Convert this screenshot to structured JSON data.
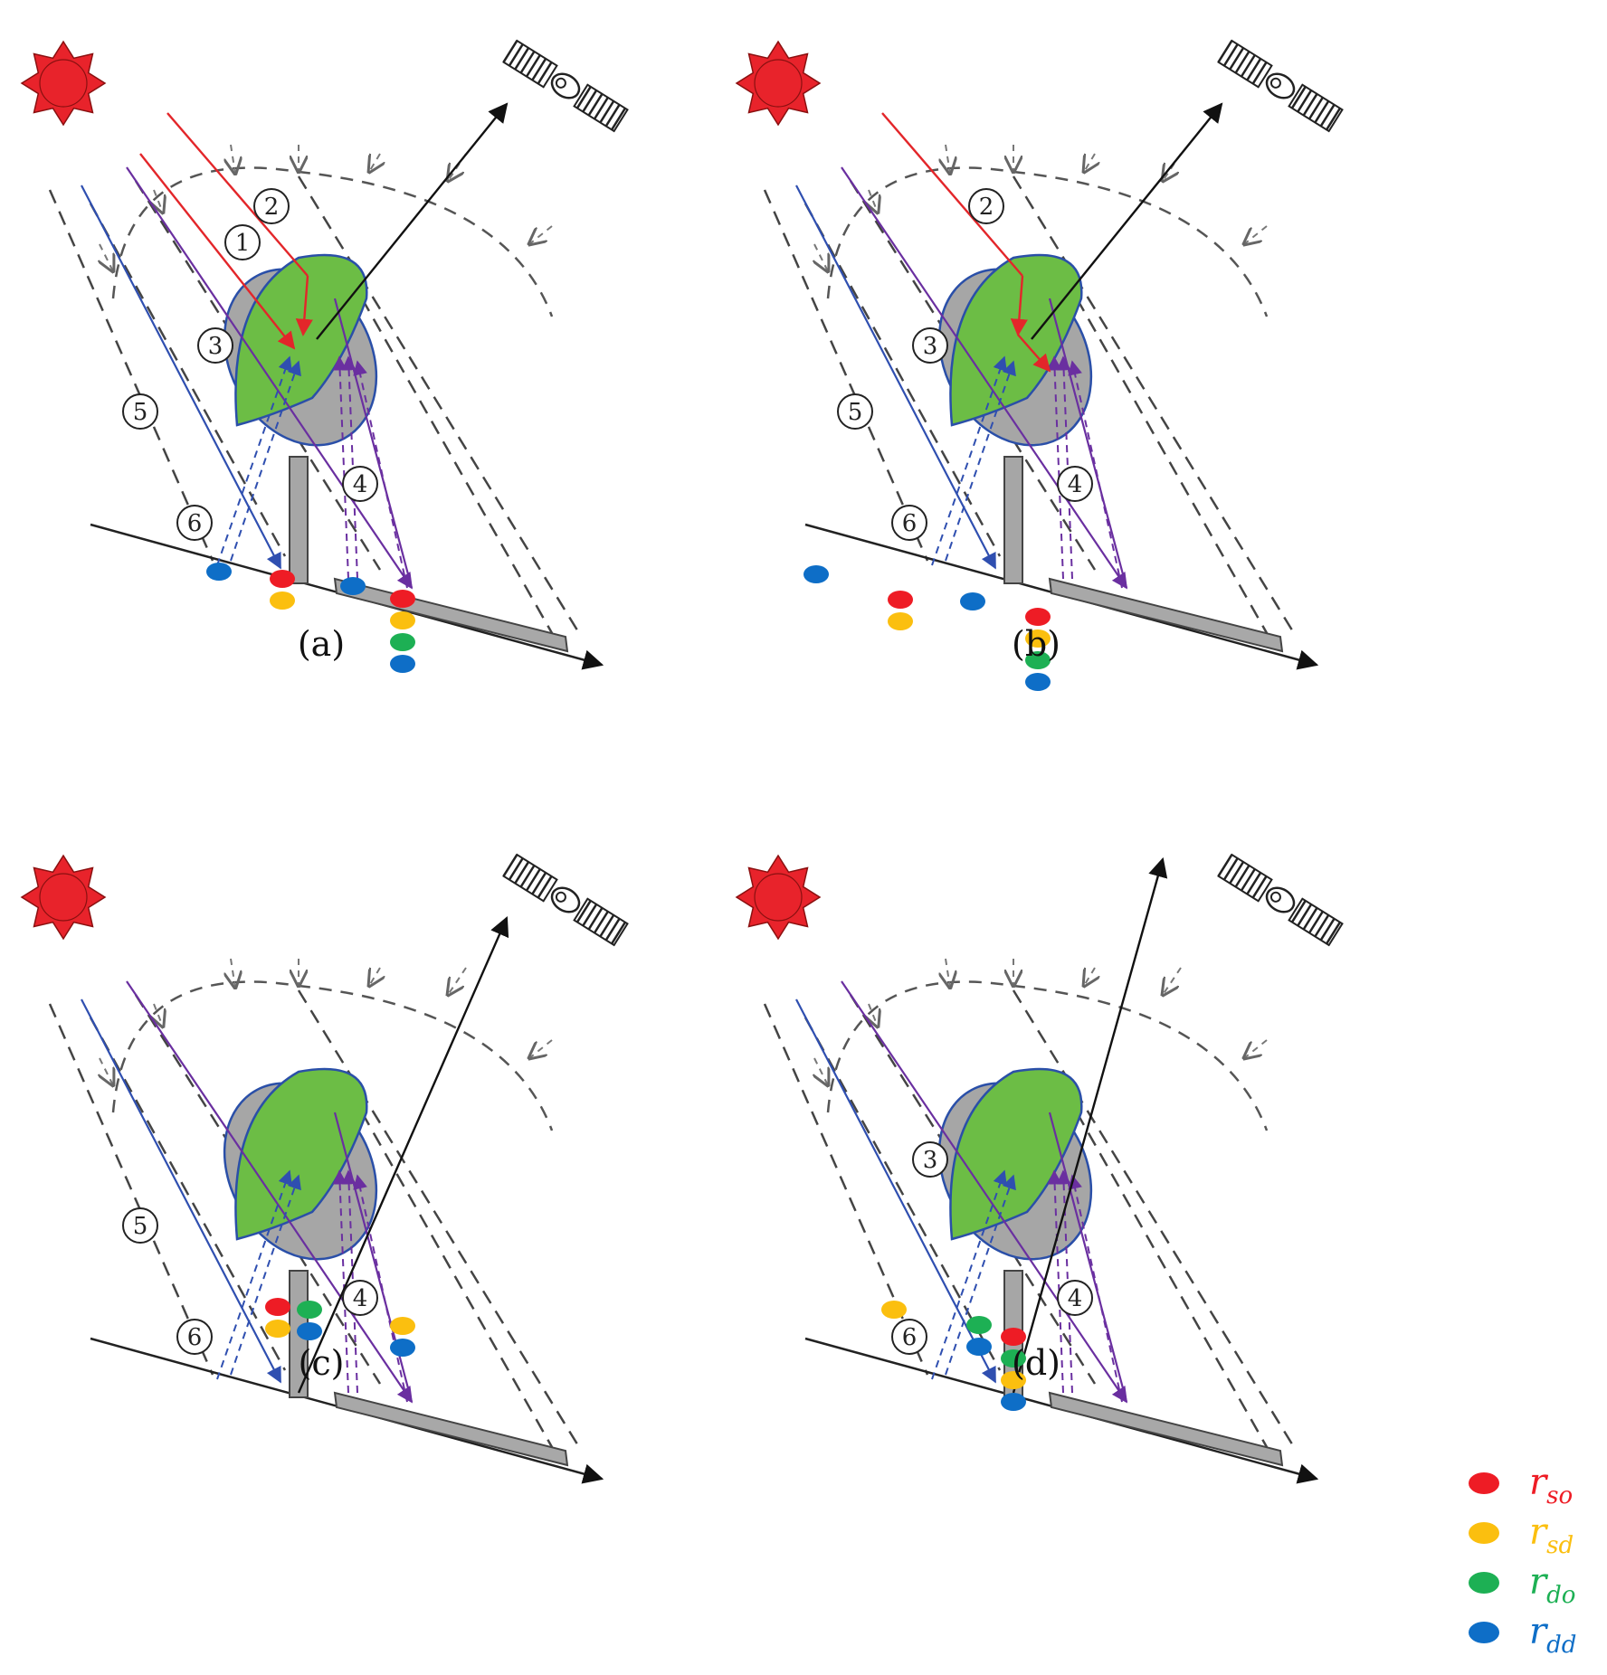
{
  "colors": {
    "sun": "#e8232b",
    "canopy_sunlit": "#6cbd45",
    "canopy_shaded": "#a6a6a6",
    "direct_beam": "#e3262a",
    "blue_ray": "#2f4fb0",
    "purple_ray": "#6a2fa0",
    "ground_line": "#222222",
    "dashed": "#555555",
    "r_so": "#ee1c25",
    "r_sd": "#fbbf0f",
    "r_do": "#1db054",
    "r_dd": "#0e6ec7"
  },
  "panels": [
    {
      "label": "(a)",
      "paths": [
        "①",
        "②",
        "③",
        "④",
        "⑤",
        "⑥"
      ],
      "sunlit_view": true
    },
    {
      "label": "(b)",
      "paths": [
        "②",
        "③",
        "④",
        "⑤",
        "⑥"
      ],
      "sunlit_view": false
    },
    {
      "label": "(c)",
      "paths": [
        "④",
        "⑤",
        "⑥"
      ],
      "sunlit_view": false
    },
    {
      "label": "(d)",
      "paths": [
        "③",
        "④",
        "⑥"
      ],
      "sunlit_view": false
    }
  ],
  "legend": [
    {
      "key": "r_so",
      "base": "r",
      "sub": "so",
      "color": "#ee1c25"
    },
    {
      "key": "r_sd",
      "base": "r",
      "sub": "sd",
      "color": "#fbbf0f"
    },
    {
      "key": "r_do",
      "base": "r",
      "sub": "do",
      "color": "#1db054"
    },
    {
      "key": "r_dd",
      "base": "r",
      "sub": "dd",
      "color": "#0e6ec7"
    }
  ],
  "icons": [
    "sun-icon",
    "satellite-icon",
    "tree-icon"
  ]
}
